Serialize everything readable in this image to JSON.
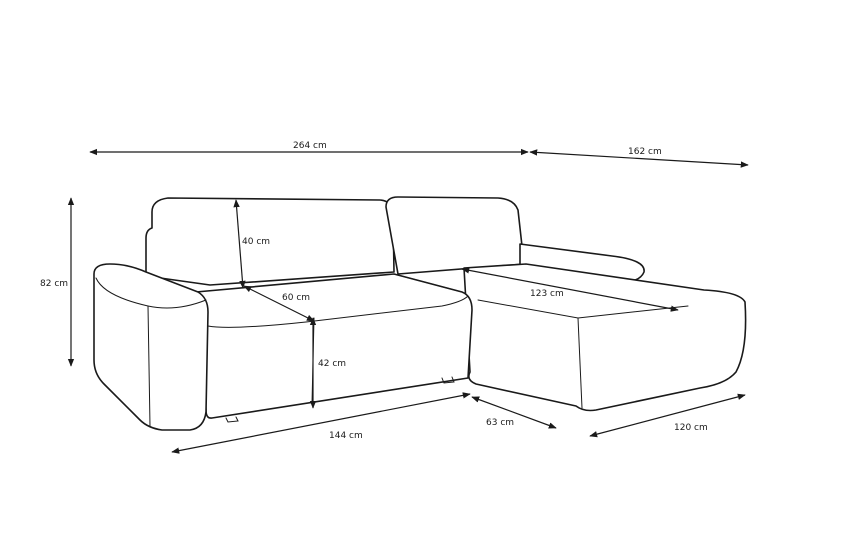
{
  "diagram": {
    "subject": "corner sofa",
    "line_color": "#1a1a1a",
    "background": "#ffffff"
  },
  "dimensions": {
    "total_width": "264 cm",
    "chaise_depth": "162 cm",
    "total_height": "82 cm",
    "backrest_height": "40 cm",
    "seat_depth": "60 cm",
    "seat_height": "42 cm",
    "chaise_inner_length": "123 cm",
    "front_length": "144 cm",
    "chaise_gap": "63 cm",
    "chaise_width": "120 cm"
  }
}
